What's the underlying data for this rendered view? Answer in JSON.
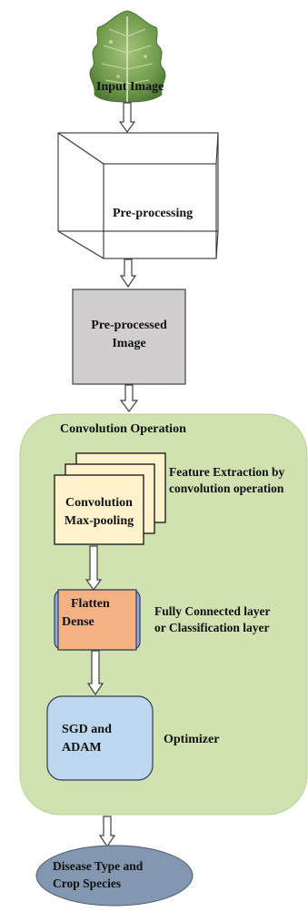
{
  "diagram": {
    "input_label": "Input Image",
    "preprocessing_label": "Pre-processing",
    "preprocessed_label": "Pre-processed Image",
    "conv_section_title": "Convolution Operation",
    "conv_block_lines": [
      "Convolution",
      "Max-pooling"
    ],
    "feature_extraction_lines": [
      "Feature Extraction by",
      "convolution operation"
    ],
    "flatten_lines": [
      "Flatten",
      "Dense"
    ],
    "fully_connected_lines": [
      "Fully Connected layer",
      "or Classification layer"
    ],
    "optimizer_box_lines": [
      "SGD and",
      "ADAM"
    ],
    "optimizer_label": "Optimizer",
    "output_lines": [
      "Disease Type and",
      "Crop Species"
    ]
  },
  "colors": {
    "conv_region_fill": "#cfe2b0",
    "conv_block_fill": "#fff2cc",
    "flatten_fill": "#f4b183",
    "flatten_side": "#8faadc",
    "optimizer_fill": "#bdd7ee",
    "output_fill": "#8497b0",
    "preprocessed_fill": "#d0cece",
    "leaf_green": "#6f9a4c"
  }
}
